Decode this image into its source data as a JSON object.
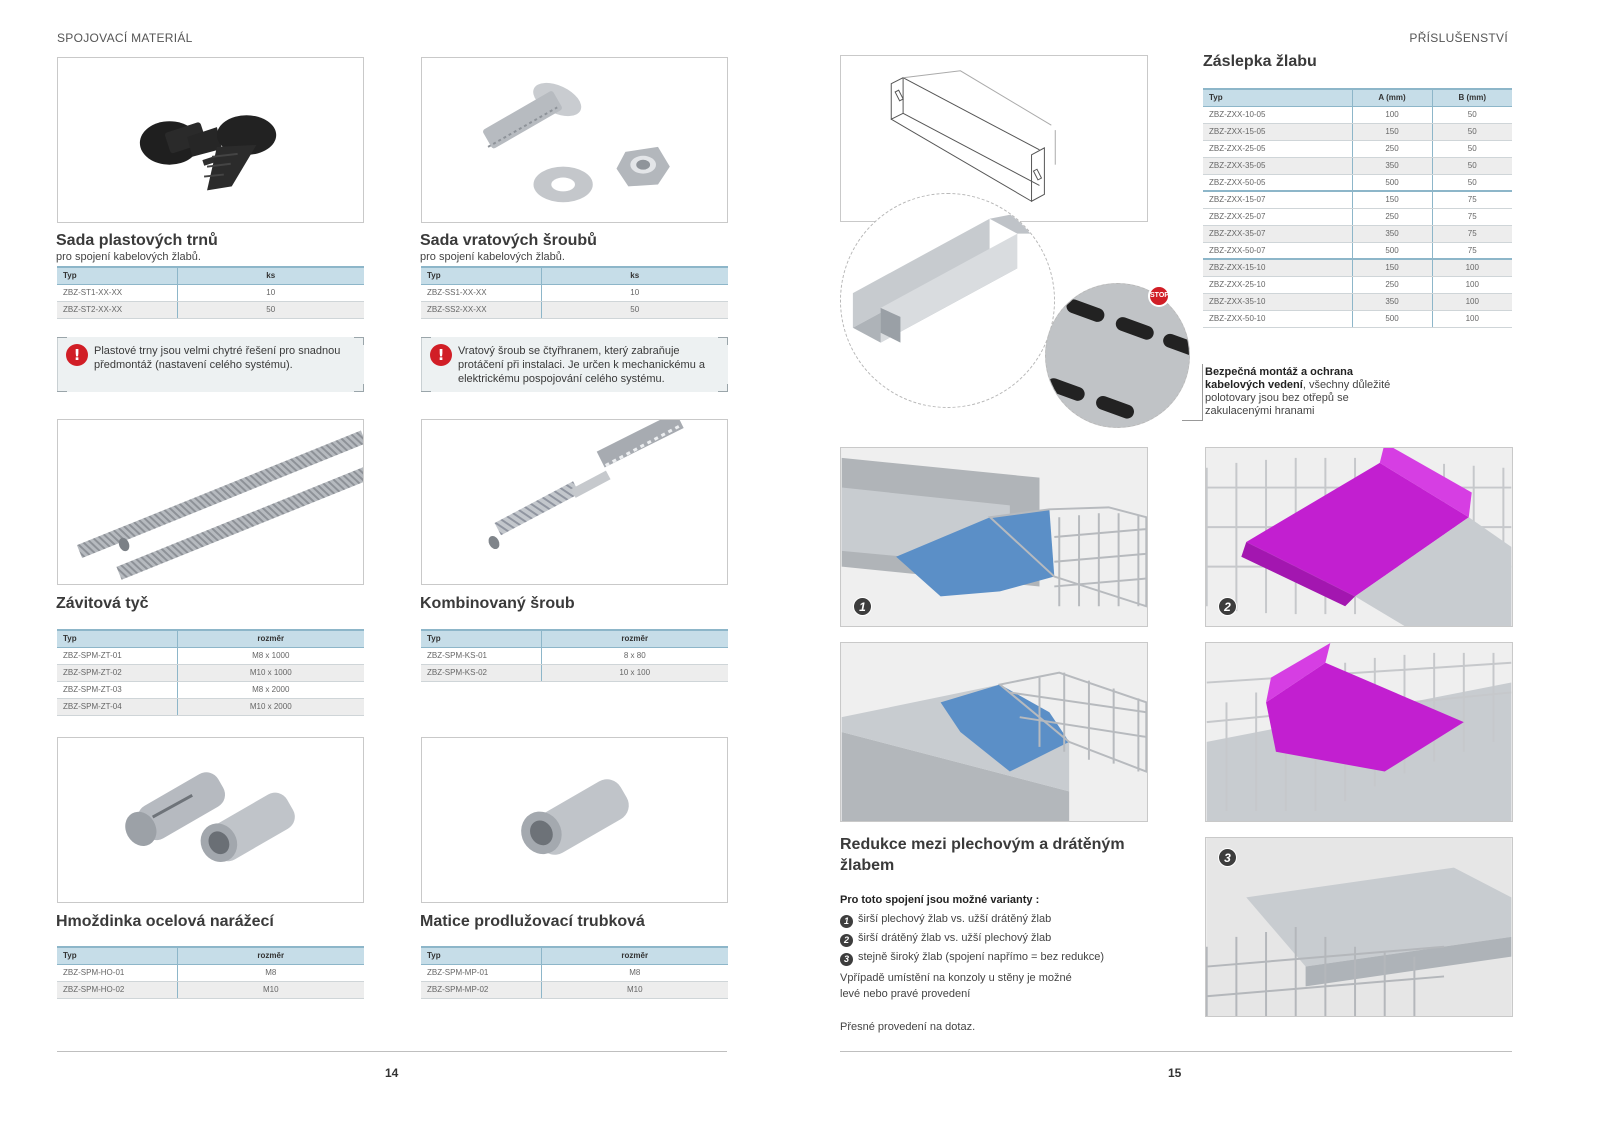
{
  "left_page": {
    "running_head": "SPOJOVACÍ MATERIÁL",
    "page_number": "14",
    "products": [
      {
        "title": "Sada plastových trnů",
        "subtitle": "pro spojení kabelových žlabů.",
        "headers": [
          "Typ",
          "ks"
        ],
        "rows": [
          [
            "ZBZ-ST1-XX-XX",
            "10"
          ],
          [
            "ZBZ-ST2-XX-XX",
            "50"
          ]
        ],
        "note": "Plastové trny jsou velmi chytré řešení pro snadnou předmontáž (nastavení celého systému)."
      },
      {
        "title": "Sada vratových šroubů",
        "subtitle": "pro spojení kabelových žlabů.",
        "headers": [
          "Typ",
          "ks"
        ],
        "rows": [
          [
            "ZBZ-SS1-XX-XX",
            "10"
          ],
          [
            "ZBZ-SS2-XX-XX",
            "50"
          ]
        ],
        "note": "Vratový šroub se čtyřhranem, který zabraňuje protáčení při instalaci. Je určen k mechanickému a elektrickému pospojování celého systému."
      },
      {
        "title": "Závitová tyč",
        "headers": [
          "Typ",
          "rozměr"
        ],
        "rows": [
          [
            "ZBZ-SPM-ZT-01",
            "M8 x 1000"
          ],
          [
            "ZBZ-SPM-ZT-02",
            "M10 x 1000"
          ],
          [
            "ZBZ-SPM-ZT-03",
            "M8 x 2000"
          ],
          [
            "ZBZ-SPM-ZT-04",
            "M10 x 2000"
          ]
        ]
      },
      {
        "title": "Kombinovaný šroub",
        "headers": [
          "Typ",
          "rozměr"
        ],
        "rows": [
          [
            "ZBZ-SPM-KS-01",
            "8 x 80"
          ],
          [
            "ZBZ-SPM-KS-02",
            "10 x 100"
          ]
        ]
      },
      {
        "title": "Hmoždinka ocelová narážecí",
        "headers": [
          "Typ",
          "rozměr"
        ],
        "rows": [
          [
            "ZBZ-SPM-HO-01",
            "M8"
          ],
          [
            "ZBZ-SPM-HO-02",
            "M10"
          ]
        ]
      },
      {
        "title": "Matice prodlužovací trubková",
        "headers": [
          "Typ",
          "rozměr"
        ],
        "rows": [
          [
            "ZBZ-SPM-MP-01",
            "M8"
          ],
          [
            "ZBZ-SPM-MP-02",
            "M10"
          ]
        ]
      }
    ]
  },
  "right_page": {
    "running_head": "PŘÍSLUŠENSTVÍ",
    "page_number": "15",
    "zaslepka": {
      "title": "Záslepka žlabu",
      "headers": [
        "Typ",
        "A (mm)",
        "B (mm)"
      ],
      "rows": [
        [
          "ZBZ-ZXX-10-05",
          "100",
          "50"
        ],
        [
          "ZBZ-ZXX-15-05",
          "150",
          "50"
        ],
        [
          "ZBZ-ZXX-25-05",
          "250",
          "50"
        ],
        [
          "ZBZ-ZXX-35-05",
          "350",
          "50"
        ],
        [
          "ZBZ-ZXX-50-05",
          "500",
          "50"
        ],
        [
          "ZBZ-ZXX-15-07",
          "150",
          "75"
        ],
        [
          "ZBZ-ZXX-25-07",
          "250",
          "75"
        ],
        [
          "ZBZ-ZXX-35-07",
          "350",
          "75"
        ],
        [
          "ZBZ-ZXX-50-07",
          "500",
          "75"
        ],
        [
          "ZBZ-ZXX-15-10",
          "150",
          "100"
        ],
        [
          "ZBZ-ZXX-25-10",
          "250",
          "100"
        ],
        [
          "ZBZ-ZXX-35-10",
          "350",
          "100"
        ],
        [
          "ZBZ-ZXX-50-10",
          "500",
          "100"
        ]
      ],
      "stop_label": "STOP",
      "safety_bold": "Bezpečná montáž a ochrana kabelových vedení",
      "safety_rest": ", všechny důležité polotovary jsou bez otřepů se zakulacenými hranami"
    },
    "redukce": {
      "title": "Redukce mezi plechovým a drátěným žlabem",
      "variants_head": "Pro toto spojení jsou možné varianty :",
      "variants": [
        {
          "num": "1",
          "text": "širší plechový žlab vs. užší drátěný žlab"
        },
        {
          "num": "2",
          "text": "širší drátěný žlab vs. užší plechový žlab"
        },
        {
          "num": "3",
          "text": "stejně široký žlab (spojení napřímo = bez redukce)"
        }
      ],
      "note_line1": "Vpřípadě umístění na konzoly u stěny je možné",
      "note_line2": "levé nebo pravé provedení",
      "inquiry": "Přesné provedení na dotaz.",
      "badges": [
        "1",
        "2",
        "3"
      ]
    }
  },
  "colors": {
    "table_header": "#c6dde8",
    "table_rule": "#8db6c9",
    "note_bg": "#edf1f2",
    "alert_red": "#d11e26",
    "adapter_blue": "#5b8fc7",
    "adapter_magenta": "#c21fd0"
  }
}
